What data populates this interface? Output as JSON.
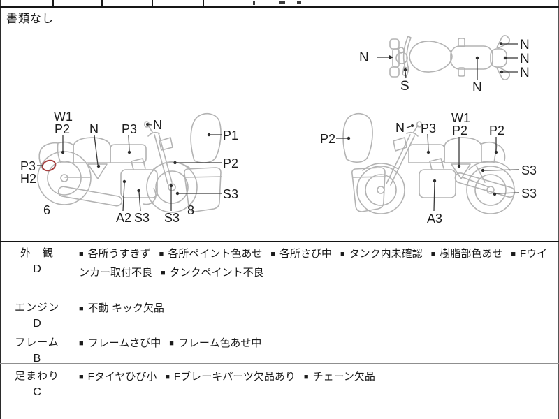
{
  "doc_note": "書類なし",
  "bullet_char": "■",
  "diagrams": {
    "top_view": {
      "labels": {
        "n_front": "N",
        "s_front": "S",
        "n_seat": "N",
        "n_rear_top": "N",
        "n_rear_mid": "N",
        "n_rear_bottom": "N"
      }
    },
    "left_view": {
      "labels": {
        "w1_rear": "W1",
        "p2_rear_seat": "P2",
        "n_frame": "N",
        "p3_tank": "P3",
        "n_mirror": "N",
        "p1_screen": "P1",
        "p2_fender": "P2",
        "s3_front_wheel": "S3",
        "p3_tail": "P3",
        "h2_tail": "H2",
        "a2_engine": "A2",
        "s3_exhaust": "S3",
        "s3_fork": "S3"
      },
      "numbers": {
        "rear": "6",
        "front": "8"
      }
    },
    "right_view": {
      "labels": {
        "p2_screen": "P2",
        "n_mirror": "N",
        "p3_tank": "P3",
        "w1_frame": "W1",
        "p2_frame": "P2",
        "p2_rear": "P2",
        "s3_shock": "S3",
        "s3_rear_wheel": "S3",
        "a3_engine": "A3"
      }
    }
  },
  "condition_table": {
    "rows": [
      {
        "section": "外　観",
        "grade": "D",
        "items": [
          "各所うすきず",
          "各所ペイント色あせ",
          "各所さび中",
          "タンク内未確認",
          "樹脂部色あせ",
          "Fウインカー取付不良",
          "タンクペイント不良"
        ]
      },
      {
        "section": "エンジン",
        "grade": "D",
        "items": [
          "不動 キック欠品"
        ]
      },
      {
        "section": "フレーム",
        "grade": "B",
        "items": [
          "フレームさび中",
          "フレーム色あせ中"
        ]
      },
      {
        "section": "足まわり",
        "grade": "C",
        "items": [
          "Fタイヤひび小",
          "Fブレーキパーツ欠品あり",
          "チェーン欠品"
        ]
      }
    ]
  },
  "colors": {
    "line_art": "#b3b3b3",
    "leader": "#3a3a3a",
    "defect_mark": "#a73e3e",
    "grid": "#8f8f8f",
    "border": "#1a1a1a"
  }
}
